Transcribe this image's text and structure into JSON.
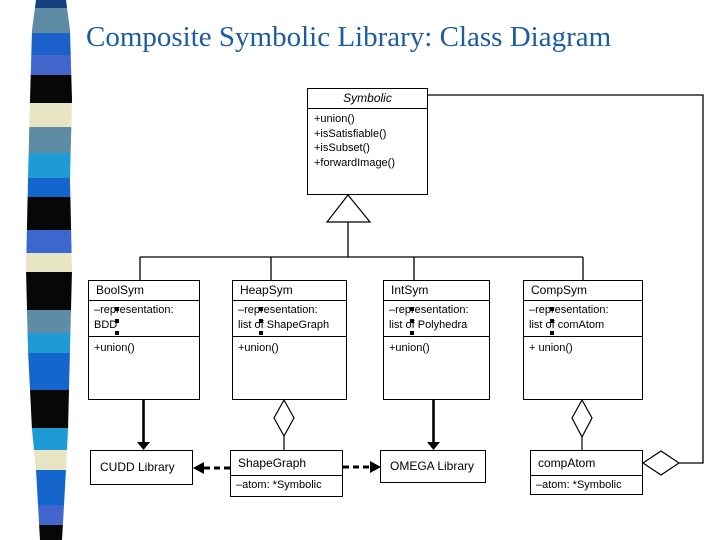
{
  "slide_title": "Composite Symbolic Library: Class Diagram",
  "colors": {
    "title": "#1d5c9e",
    "line": "#000000",
    "box_bg": "#ffffff"
  },
  "symbolic_class": {
    "name": "Symbolic",
    "methods": [
      "+union()",
      "+isSatisfiable()",
      "+isSubset()",
      "+forwardImage()"
    ]
  },
  "subclasses": [
    {
      "name": "BoolSym",
      "attr_label": "–representation:",
      "attr_value": "BDD",
      "method": "+union()"
    },
    {
      "name": "HeapSym",
      "attr_label": "–representation:",
      "attr_value": "list of ShapeGraph",
      "method": "+union()"
    },
    {
      "name": "IntSym",
      "attr_label": "–representation:",
      "attr_value": "list of Polyhedra",
      "method": "+union()"
    },
    {
      "name": "CompSym",
      "attr_label": "–representation:",
      "attr_value": "list of comAtom",
      "method": "+ union()"
    }
  ],
  "implementation_boxes": {
    "cudd": {
      "name": "CUDD Library"
    },
    "shapegraph": {
      "name": "ShapeGraph",
      "attr": "–atom: *Symbolic"
    },
    "omega": {
      "name": "OMEGA Library"
    },
    "compatom": {
      "name": "compAtom",
      "attr": "–atom: *Symbolic"
    }
  },
  "stripe": {
    "segments": [
      {
        "color": "#16407e",
        "height": 8
      },
      {
        "color": "#5d8ca4",
        "height": 25
      },
      {
        "color": "#1b5fc8",
        "height": 22
      },
      {
        "color": "#4166cc",
        "height": 20
      },
      {
        "color": "#070707",
        "height": 28
      },
      {
        "color": "#e8e5c2",
        "height": 24
      },
      {
        "color": "#5d8ca4",
        "height": 26
      },
      {
        "color": "#1e9bd4",
        "height": 25
      },
      {
        "color": "#1566cc",
        "height": 19
      },
      {
        "color": "#070707",
        "height": 33
      },
      {
        "color": "#3c67cf",
        "height": 23
      },
      {
        "color": "#e8e5c2",
        "height": 19
      },
      {
        "color": "#070707",
        "height": 38
      },
      {
        "color": "#5d8ca4",
        "height": 23
      },
      {
        "color": "#1e9bd4",
        "height": 20
      },
      {
        "color": "#1566cc",
        "height": 37
      },
      {
        "color": "#070707",
        "height": 38
      },
      {
        "color": "#1e9bd4",
        "height": 22
      },
      {
        "color": "#e8e5c2",
        "height": 20
      },
      {
        "color": "#1566cc",
        "height": 35
      },
      {
        "color": "#4166cc",
        "height": 20
      },
      {
        "color": "#070707",
        "height": 15
      }
    ]
  }
}
